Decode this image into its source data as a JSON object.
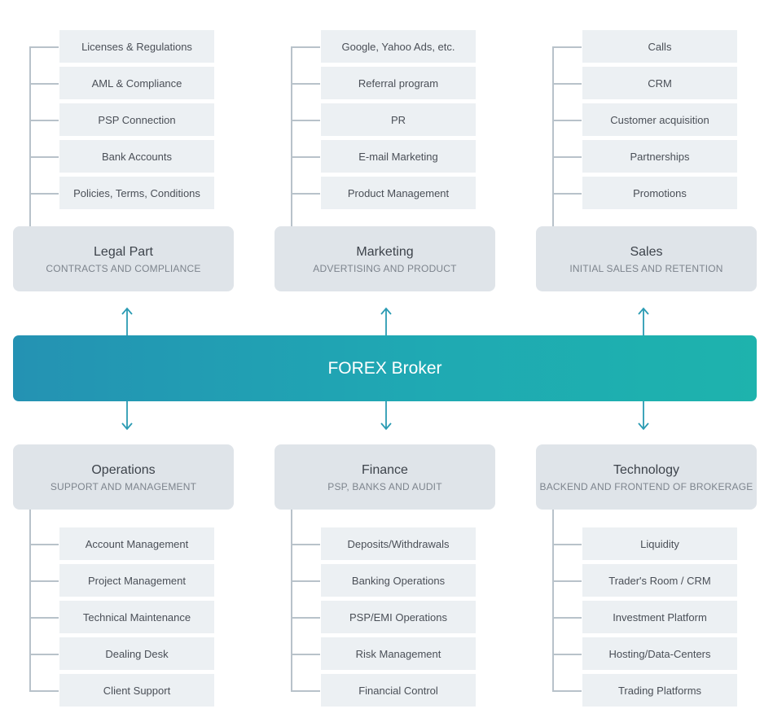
{
  "center": {
    "title": "FOREX Broker"
  },
  "top_departments": [
    {
      "title": "Legal Part",
      "subtitle": "CONTRACTS AND COMPLIANCE",
      "items": [
        "Licenses & Regulations",
        "AML & Compliance",
        "PSP Connection",
        "Bank Accounts",
        "Policies, Terms, Conditions"
      ]
    },
    {
      "title": "Marketing",
      "subtitle": "ADVERTISING AND PRODUCT",
      "items": [
        "Google, Yahoo Ads, etc.",
        "Referral program",
        "PR",
        "E-mail Marketing",
        "Product Management"
      ]
    },
    {
      "title": "Sales",
      "subtitle": "INITIAL SALES AND RETENTION",
      "items": [
        "Calls",
        "CRM",
        "Customer acquisition",
        "Partnerships",
        "Promotions"
      ]
    }
  ],
  "bottom_departments": [
    {
      "title": "Operations",
      "subtitle": "SUPPORT AND MANAGEMENT",
      "items": [
        "Account Management",
        "Project Management",
        "Technical Maintenance",
        "Dealing Desk",
        "Client Support"
      ]
    },
    {
      "title": "Finance",
      "subtitle": "PSP, BANKS AND AUDIT",
      "items": [
        "Deposits/Withdrawals",
        "Banking Operations",
        "PSP/EMI Operations",
        "Risk Management",
        "Financial Control"
      ]
    },
    {
      "title": "Technology",
      "subtitle": "BACKEND AND FRONTEND OF BROKERAGE",
      "items": [
        "Liquidity",
        "Trader's Room / CRM",
        "Investment Platform",
        "Hosting/Data-Centers",
        "Trading Platforms"
      ]
    }
  ],
  "colors": {
    "gradient_start": "#2492b3",
    "gradient_end": "#1eb3ad",
    "arrow": "#2a9bb3",
    "department_box": "#dfe4e9",
    "item_box": "#ecf0f3",
    "connector": "#b8c2ca"
  }
}
